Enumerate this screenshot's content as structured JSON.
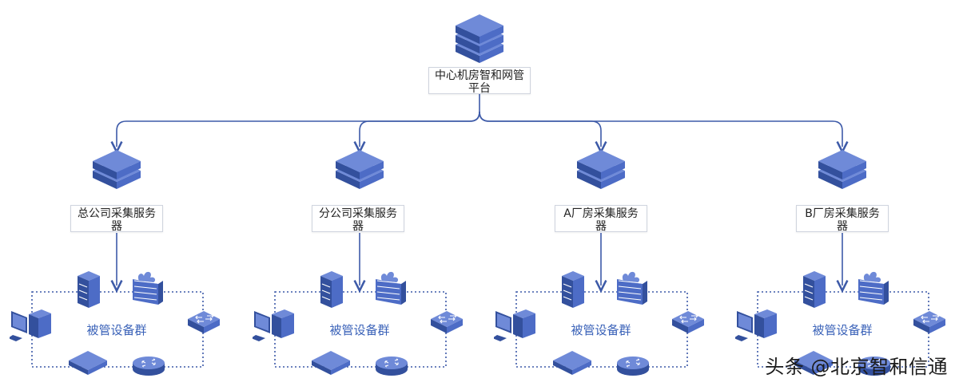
{
  "center": {
    "label": "中心机房智和网管平台"
  },
  "servers": [
    {
      "label": "总公司采集服务器"
    },
    {
      "label": "分公司采集服务器"
    },
    {
      "label": "A厂房采集服务器"
    },
    {
      "label": "B厂房采集服务器"
    }
  ],
  "clusters": [
    {
      "label": "被管设备群"
    },
    {
      "label": "被管设备群"
    },
    {
      "label": "被管设备群"
    },
    {
      "label": "被管设备群"
    }
  ],
  "watermark": "头条 @北京智和信通",
  "colors": {
    "line": "#3d5aa8",
    "device": "#4d6cc6",
    "deviceDark": "#33509d",
    "deviceLight": "#6f8ad8"
  }
}
